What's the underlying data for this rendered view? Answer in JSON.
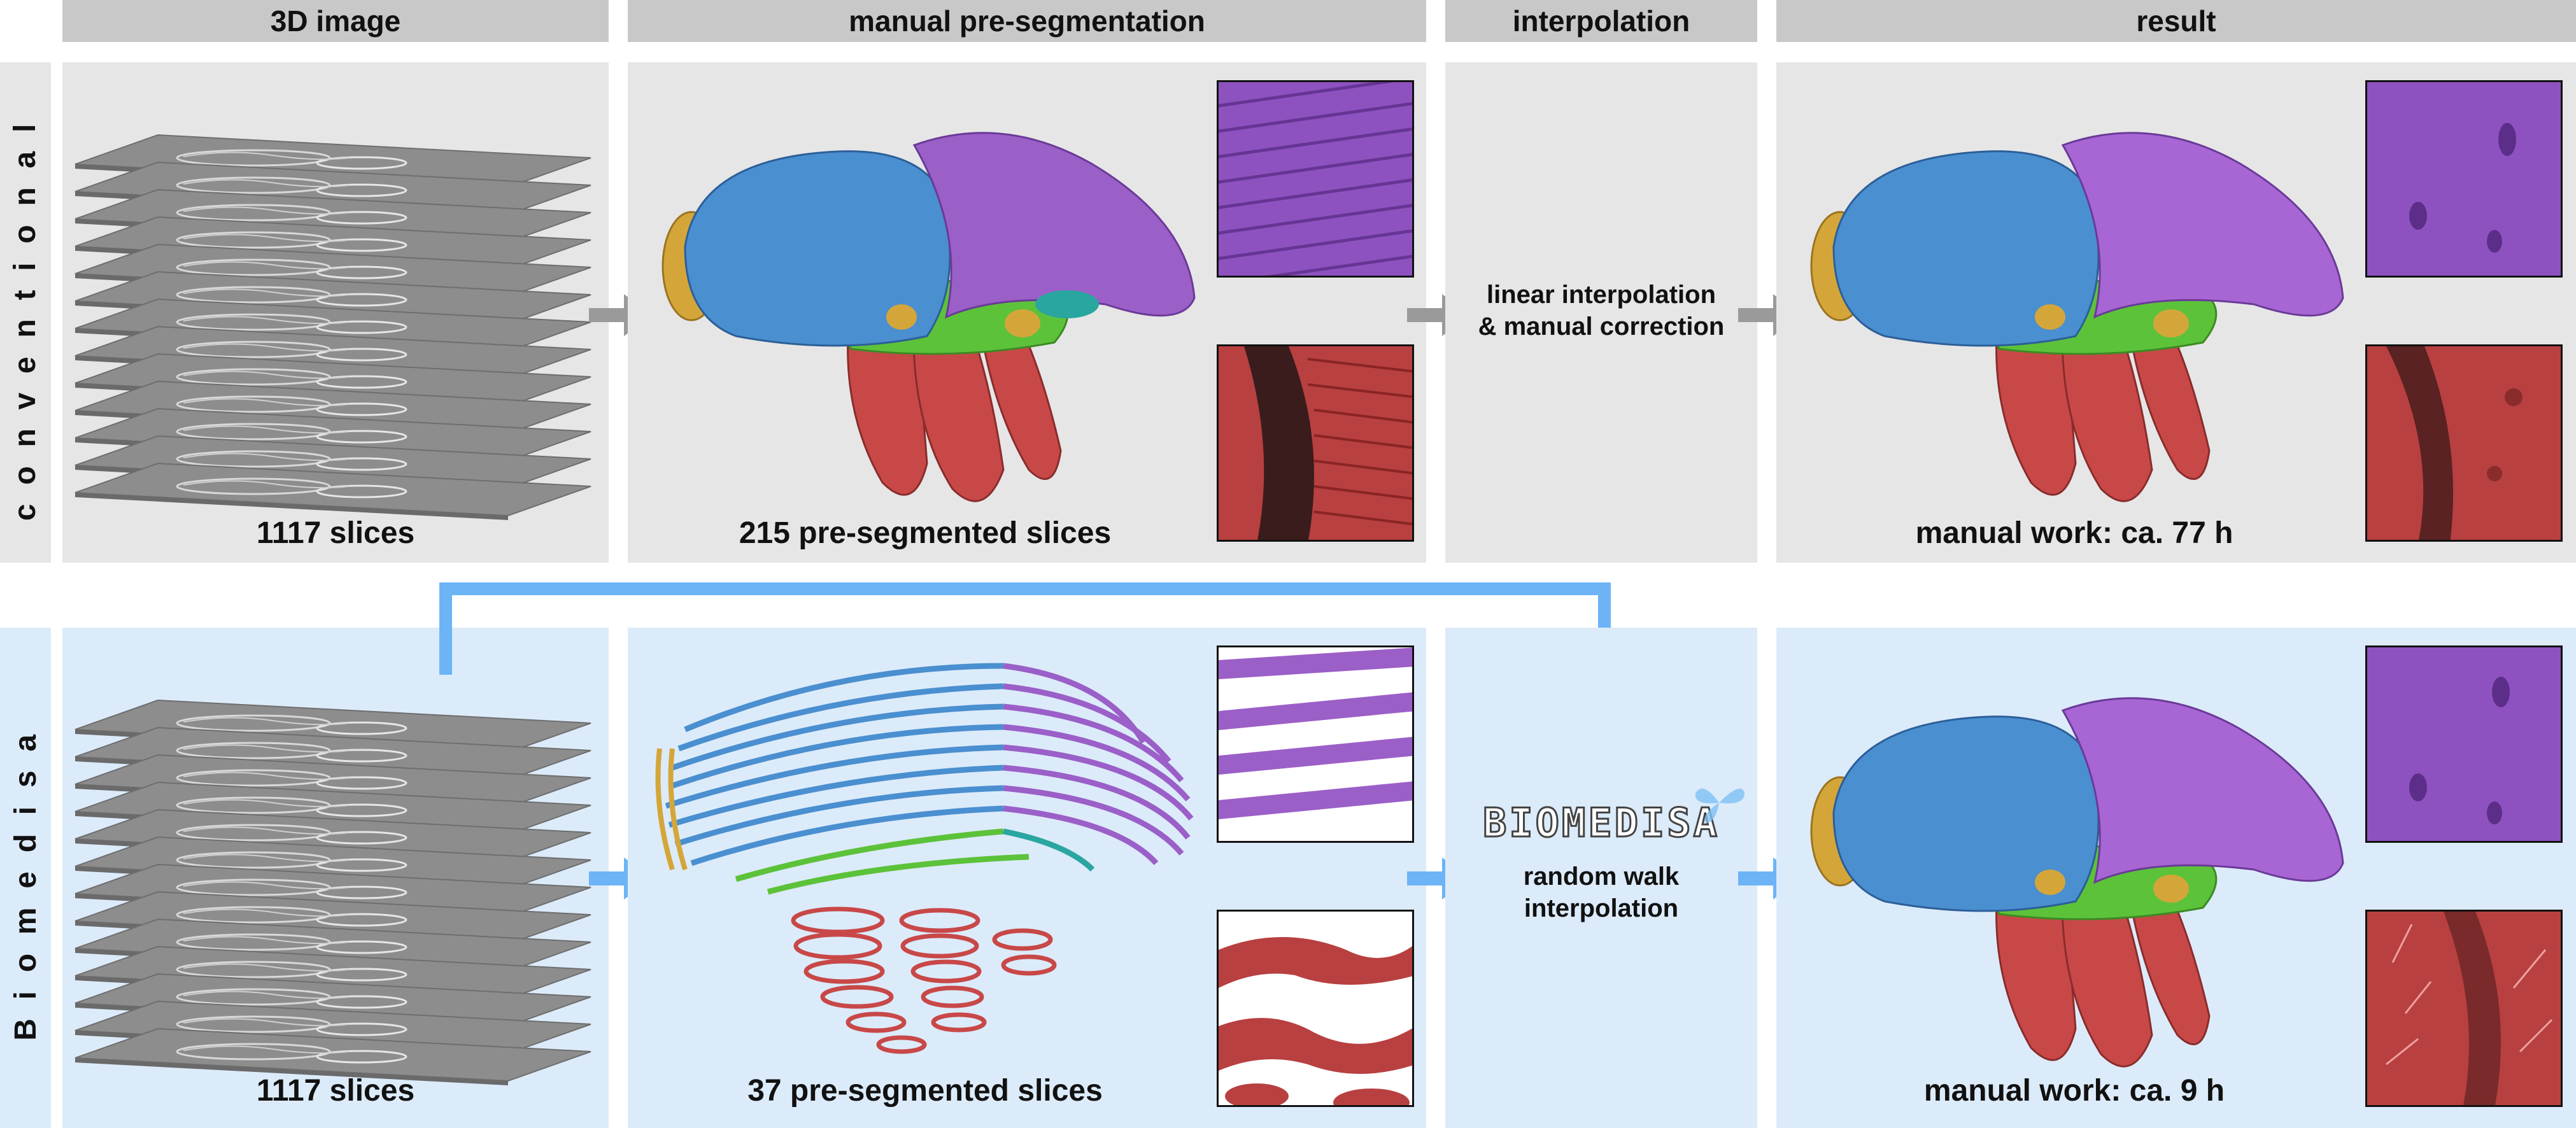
{
  "columns": {
    "image": "3D image",
    "presegmentation": "manual pre-segmentation",
    "interpolation": "interpolation",
    "result": "result"
  },
  "rows": {
    "conventional": {
      "label": "conventional",
      "image_caption": "1117 slices",
      "preseg_caption": "215 pre-segmented slices",
      "interpolation_text": [
        "linear interpolation",
        "& manual correction"
      ],
      "result_caption": "manual work: ca. 77 h"
    },
    "biomedisa": {
      "label": "Biomedisa",
      "logo_text": "BIOMEDISA",
      "image_caption": "1117 slices",
      "preseg_caption": "37 pre-segmented slices",
      "interpolation_text": [
        "random walk",
        "interpolation"
      ],
      "result_caption": "manual work: ca. 9 h"
    }
  },
  "colors": {
    "row_conventional_bg": "#e6e6e6",
    "row_biomedisa_bg": "#dcebfa",
    "header_bg": "#c8c8c8",
    "arrow_gray": "#9a9a9a",
    "arrow_blue": "#6cb4f6",
    "segment_blue": "#4a8fd0",
    "segment_purple": "#9b5fc8",
    "segment_green": "#5cc23a",
    "segment_red": "#c84848",
    "segment_yellow": "#d4a63a"
  }
}
